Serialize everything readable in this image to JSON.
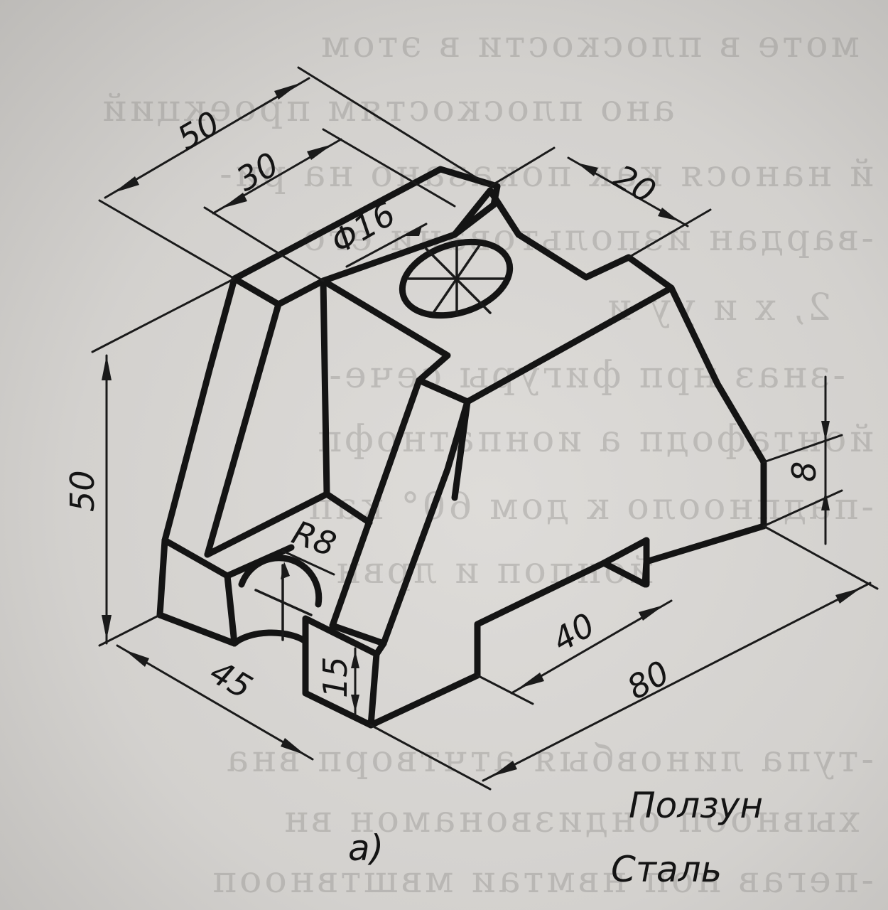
{
  "figure_label": "а)",
  "caption": {
    "part_name": "Ползун",
    "material": "Сталь"
  },
  "dimensions": {
    "top_width_50": "50",
    "top_slot_30": "30",
    "top_step_20": "20",
    "hole_diameter": "Φ16",
    "height_50": "50",
    "radius_8": "R8",
    "depth_45": "45",
    "height_15": "15",
    "groove_40": "40",
    "length_80": "80",
    "height_8": "8"
  },
  "bleed_through_text": [
    "моте в плоскости в этом",
    "ано плоскостям проекций",
    "й нанося как показано на ри-",
    "-вардан изпольтовани его",
    "2, х и уу и",
    "-зназ нрп фигуры сече-",
    "йонтафодп а ионпатнофп",
    "-падпнооло к дом 60° кап",
    "йонпоп и лрвн",
    "-тупа линовбыя атчтворп вна",
    "хывнооп ондизвонамон вн",
    "-пегав ноп нвмтаи мвштвнооп"
  ]
}
